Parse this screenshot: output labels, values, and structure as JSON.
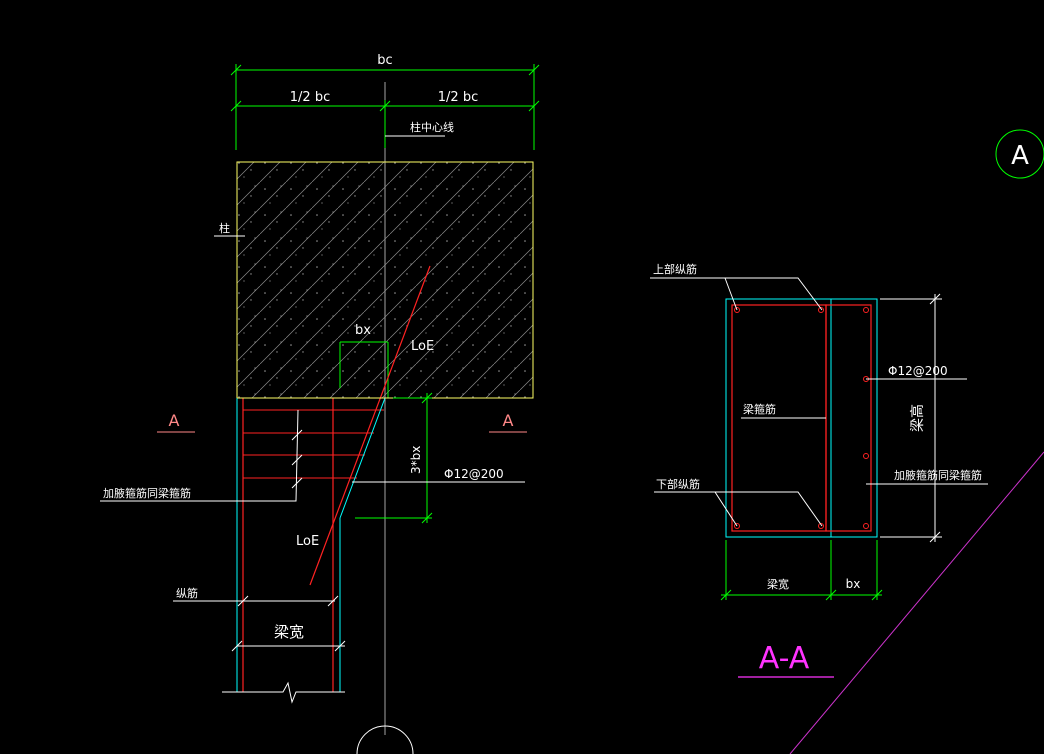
{
  "colors": {
    "background": "#000000",
    "dimension": "#00ff00",
    "column_outline": "#ffff66",
    "rebar": "#ff2222",
    "stirrup": "#00ffff",
    "annotation": "#ffffff",
    "section_title": "#ff33ff"
  },
  "plan": {
    "dim_total": "bc",
    "dim_half_left": "1/2 bc",
    "dim_half_right": "1/2 bc",
    "centerline_label": "柱中心线",
    "column_label": "柱",
    "bx_label": "bx",
    "loe_upper": "LoE",
    "loe_lower": "LoE",
    "dim_3bx": "3*bx",
    "stirrup_spec": "Φ12@200",
    "haunch_stirrup_label": "加腋箍筋同梁箍筋",
    "long_bar_label": "纵筋",
    "beam_width_label": "梁宽",
    "section_mark_left": "A",
    "section_mark_right": "A"
  },
  "section": {
    "top_bar_label": "上部纵筋",
    "stirrup_label": "梁箍筋",
    "bottom_bar_label": "下部纵筋",
    "spec": "Φ12@200",
    "haunch_label": "加腋箍筋同梁箍筋",
    "height_label": "梁高",
    "width_label": "梁宽",
    "bx_label": "bx",
    "title": "A-A"
  },
  "axis_bubble": "A"
}
